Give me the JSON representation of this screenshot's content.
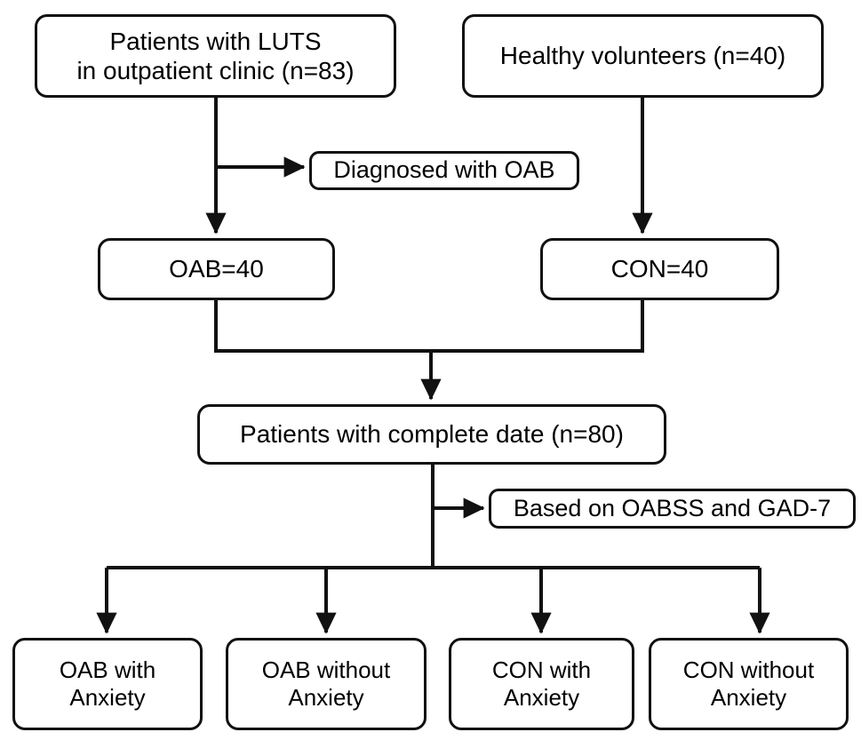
{
  "diagram": {
    "title": "Study participant flow diagram",
    "type": "flowchart",
    "stroke_color": "#111111",
    "background_color": "#ffffff",
    "nodes": {
      "luts": "Patients with LUTS\nin outpatient clinic (n=83)",
      "healthy": "Healthy volunteers (n=40)",
      "diagnosed": "Diagnosed with OAB",
      "oab_group": "OAB=40",
      "con_group": "CON=40",
      "complete": "Patients with complete date (n=80)",
      "based_on": "Based on OABSS and GAD-7",
      "oab_with": "OAB with\nAnxiety",
      "oab_without": "OAB without\nAnxiety",
      "con_with": "CON with\nAnxiety",
      "con_without": "CON without\nAnxiety"
    }
  },
  "chart_data": {
    "type": "flowchart",
    "title": "Study participant flow diagram",
    "nodes": [
      {
        "id": "luts",
        "label": "Patients with LUTS in outpatient clinic (n=83)",
        "n": 83,
        "level": 0
      },
      {
        "id": "healthy",
        "label": "Healthy volunteers (n=40)",
        "n": 40,
        "level": 0
      },
      {
        "id": "diagnosed",
        "label": "Diagnosed with OAB",
        "level": 1,
        "role": "criterion"
      },
      {
        "id": "oab_group",
        "label": "OAB=40",
        "n": 40,
        "level": 2
      },
      {
        "id": "con_group",
        "label": "CON=40",
        "n": 40,
        "level": 2
      },
      {
        "id": "complete",
        "label": "Patients with complete date (n=80)",
        "n": 80,
        "level": 3
      },
      {
        "id": "based_on",
        "label": "Based on OABSS and GAD-7",
        "level": 4,
        "role": "criterion"
      },
      {
        "id": "oab_with",
        "label": "OAB with Anxiety",
        "level": 5
      },
      {
        "id": "oab_without",
        "label": "OAB without Anxiety",
        "level": 5
      },
      {
        "id": "con_with",
        "label": "CON with Anxiety",
        "level": 5
      },
      {
        "id": "con_without",
        "label": "CON without Anxiety",
        "level": 5
      }
    ],
    "edges": [
      {
        "from": "luts",
        "to": "diagnosed",
        "arrow": true
      },
      {
        "from": "luts",
        "to": "oab_group",
        "arrow": true
      },
      {
        "from": "healthy",
        "to": "con_group",
        "arrow": true
      },
      {
        "from": "oab_group",
        "to": "complete",
        "arrow": true
      },
      {
        "from": "con_group",
        "to": "complete",
        "arrow": true
      },
      {
        "from": "complete",
        "to": "based_on",
        "arrow": true
      },
      {
        "from": "complete",
        "to": "oab_with",
        "arrow": true
      },
      {
        "from": "complete",
        "to": "oab_without",
        "arrow": true
      },
      {
        "from": "complete",
        "to": "con_with",
        "arrow": true
      },
      {
        "from": "complete",
        "to": "con_without",
        "arrow": true
      }
    ]
  }
}
